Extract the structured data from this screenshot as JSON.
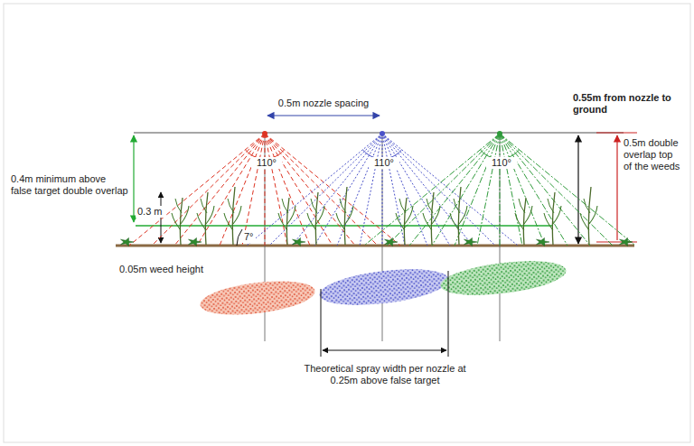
{
  "diagram": {
    "labels": [
      "0.5m nozzle spacing",
      "0.55m from nozzle to ground",
      "0.5m double overlap top of the weeds",
      "0.4m minimum above false target double overlap",
      "110°",
      "110°",
      "110°",
      "0.3 m",
      "7°",
      "0.05m weed height",
      "Theoretical spray width per nozzle at 0.25m above false target"
    ]
  }
}
